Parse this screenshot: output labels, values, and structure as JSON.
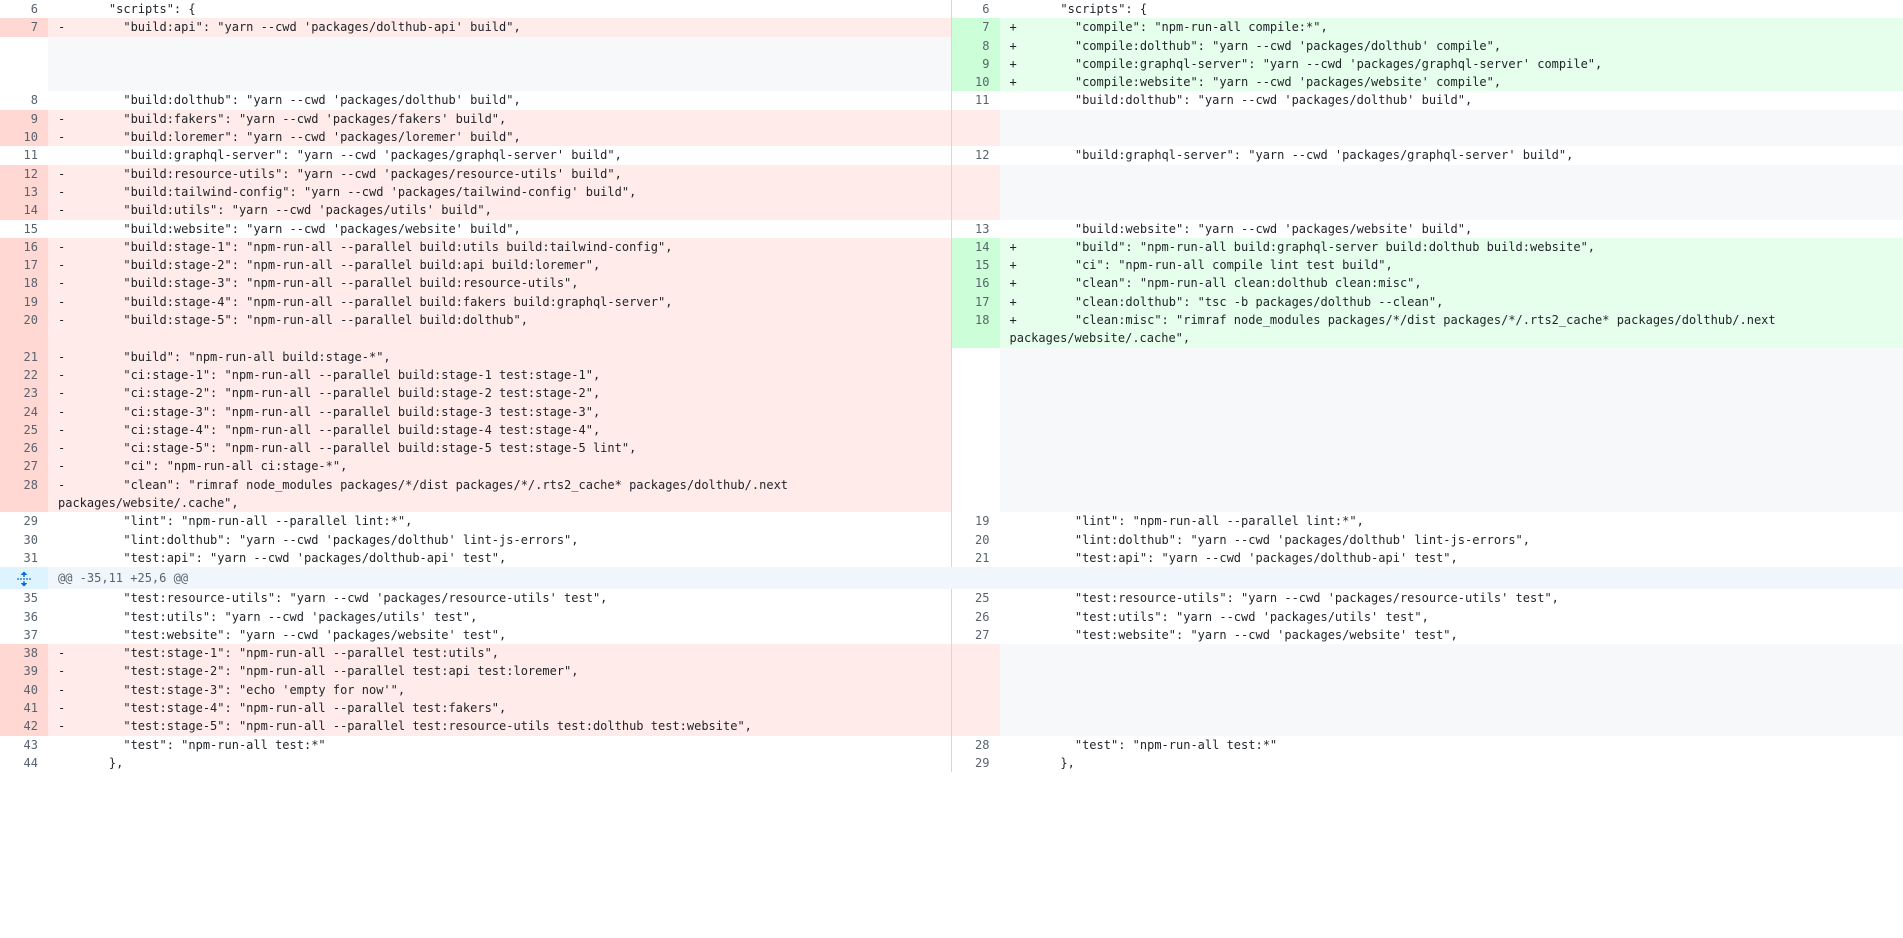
{
  "view": {
    "type": "split-diff",
    "file_language": "json",
    "colors": {
      "addition_bg": "#e6ffec",
      "addition_gutter": "#ccffd8",
      "deletion_bg": "#ffebe9",
      "deletion_gutter": "#ffd8d3",
      "context_bg": "#ffffff",
      "filler_bg": "#f6f8fa",
      "hunk_bg": "#f0f6fc",
      "hunk_gutter": "#ddf4ff",
      "line_number_fg": "#59636e",
      "code_fg": "#1f2328",
      "border": "#d1d9e0"
    }
  },
  "hunk_header": {
    "icon": "unfold-icon",
    "text": "@@ -35,11 +25,6 @@"
  },
  "rows": [
    {
      "left": {
        "num": "6",
        "marker": "",
        "code": "    \"scripts\": {",
        "type": "ctx"
      },
      "right": {
        "num": "6",
        "marker": "",
        "code": "    \"scripts\": {",
        "type": "ctx"
      }
    },
    {
      "left": {
        "num": "7",
        "marker": "-",
        "code": "      \"build:api\": \"yarn --cwd 'packages/dolthub-api' build\",",
        "type": "del"
      },
      "right": {
        "num": "7",
        "marker": "+",
        "code": "      \"compile\": \"npm-run-all compile:*\",",
        "type": "add"
      }
    },
    {
      "left": {
        "num": "",
        "marker": "",
        "code": "",
        "type": "blank-plain"
      },
      "right": {
        "num": "8",
        "marker": "+",
        "code": "      \"compile:dolthub\": \"yarn --cwd 'packages/dolthub' compile\",",
        "type": "add"
      }
    },
    {
      "left": {
        "num": "",
        "marker": "",
        "code": "",
        "type": "blank-plain"
      },
      "right": {
        "num": "9",
        "marker": "+",
        "code": "      \"compile:graphql-server\": \"yarn --cwd 'packages/graphql-server' compile\",",
        "type": "add"
      }
    },
    {
      "left": {
        "num": "",
        "marker": "",
        "code": "",
        "type": "blank-plain"
      },
      "right": {
        "num": "10",
        "marker": "+",
        "code": "      \"compile:website\": \"yarn --cwd 'packages/website' compile\",",
        "type": "add"
      }
    },
    {
      "left": {
        "num": "8",
        "marker": "",
        "code": "      \"build:dolthub\": \"yarn --cwd 'packages/dolthub' build\",",
        "type": "ctx"
      },
      "right": {
        "num": "11",
        "marker": "",
        "code": "      \"build:dolthub\": \"yarn --cwd 'packages/dolthub' build\",",
        "type": "ctx"
      }
    },
    {
      "left": {
        "num": "9",
        "marker": "-",
        "code": "      \"build:fakers\": \"yarn --cwd 'packages/fakers' build\",",
        "type": "del"
      },
      "right": {
        "num": "",
        "marker": "",
        "code": "",
        "type": "blank-pink"
      }
    },
    {
      "left": {
        "num": "10",
        "marker": "-",
        "code": "      \"build:loremer\": \"yarn --cwd 'packages/loremer' build\",",
        "type": "del"
      },
      "right": {
        "num": "",
        "marker": "",
        "code": "",
        "type": "blank-pink"
      }
    },
    {
      "left": {
        "num": "11",
        "marker": "",
        "code": "      \"build:graphql-server\": \"yarn --cwd 'packages/graphql-server' build\",",
        "type": "ctx"
      },
      "right": {
        "num": "12",
        "marker": "",
        "code": "      \"build:graphql-server\": \"yarn --cwd 'packages/graphql-server' build\",",
        "type": "ctx"
      }
    },
    {
      "left": {
        "num": "12",
        "marker": "-",
        "code": "      \"build:resource-utils\": \"yarn --cwd 'packages/resource-utils' build\",",
        "type": "del"
      },
      "right": {
        "num": "",
        "marker": "",
        "code": "",
        "type": "blank-pink"
      }
    },
    {
      "left": {
        "num": "13",
        "marker": "-",
        "code": "      \"build:tailwind-config\": \"yarn --cwd 'packages/tailwind-config' build\",",
        "type": "del"
      },
      "right": {
        "num": "",
        "marker": "",
        "code": "",
        "type": "blank-pink"
      }
    },
    {
      "left": {
        "num": "14",
        "marker": "-",
        "code": "      \"build:utils\": \"yarn --cwd 'packages/utils' build\",",
        "type": "del"
      },
      "right": {
        "num": "",
        "marker": "",
        "code": "",
        "type": "blank-pink"
      }
    },
    {
      "left": {
        "num": "15",
        "marker": "",
        "code": "      \"build:website\": \"yarn --cwd 'packages/website' build\",",
        "type": "ctx"
      },
      "right": {
        "num": "13",
        "marker": "",
        "code": "      \"build:website\": \"yarn --cwd 'packages/website' build\",",
        "type": "ctx"
      }
    },
    {
      "left": {
        "num": "16",
        "marker": "-",
        "code": "      \"build:stage-1\": \"npm-run-all --parallel build:utils build:tailwind-config\",",
        "type": "del"
      },
      "right": {
        "num": "14",
        "marker": "+",
        "code": "      \"build\": \"npm-run-all build:graphql-server build:dolthub build:website\",",
        "type": "add"
      }
    },
    {
      "left": {
        "num": "17",
        "marker": "-",
        "code": "      \"build:stage-2\": \"npm-run-all --parallel build:api build:loremer\",",
        "type": "del"
      },
      "right": {
        "num": "15",
        "marker": "+",
        "code": "      \"ci\": \"npm-run-all compile lint test build\",",
        "type": "add"
      }
    },
    {
      "left": {
        "num": "18",
        "marker": "-",
        "code": "      \"build:stage-3\": \"npm-run-all --parallel build:resource-utils\",",
        "type": "del"
      },
      "right": {
        "num": "16",
        "marker": "+",
        "code": "      \"clean\": \"npm-run-all clean:dolthub clean:misc\",",
        "type": "add"
      }
    },
    {
      "left": {
        "num": "19",
        "marker": "-",
        "code": "      \"build:stage-4\": \"npm-run-all --parallel build:fakers build:graphql-server\",",
        "type": "del"
      },
      "right": {
        "num": "17",
        "marker": "+",
        "code": "      \"clean:dolthub\": \"tsc -b packages/dolthub --clean\",",
        "type": "add"
      }
    },
    {
      "left": {
        "num": "20",
        "marker": "-",
        "code": "      \"build:stage-5\": \"npm-run-all --parallel build:dolthub\",",
        "type": "del"
      },
      "right": {
        "num": "18",
        "marker": "+",
        "code": "      \"clean:misc\": \"rimraf node_modules packages/*/dist packages/*/.rts2_cache* packages/dolthub/.next packages/website/.cache\",",
        "type": "add"
      }
    },
    {
      "left": {
        "num": "21",
        "marker": "-",
        "code": "      \"build\": \"npm-run-all build:stage-*\",",
        "type": "del"
      },
      "right": {
        "num": "",
        "marker": "",
        "code": "",
        "type": "blank-plain"
      }
    },
    {
      "left": {
        "num": "22",
        "marker": "-",
        "code": "      \"ci:stage-1\": \"npm-run-all --parallel build:stage-1 test:stage-1\",",
        "type": "del"
      },
      "right": {
        "num": "",
        "marker": "",
        "code": "",
        "type": "blank-plain"
      }
    },
    {
      "left": {
        "num": "23",
        "marker": "-",
        "code": "      \"ci:stage-2\": \"npm-run-all --parallel build:stage-2 test:stage-2\",",
        "type": "del"
      },
      "right": {
        "num": "",
        "marker": "",
        "code": "",
        "type": "blank-plain"
      }
    },
    {
      "left": {
        "num": "24",
        "marker": "-",
        "code": "      \"ci:stage-3\": \"npm-run-all --parallel build:stage-3 test:stage-3\",",
        "type": "del"
      },
      "right": {
        "num": "",
        "marker": "",
        "code": "",
        "type": "blank-plain"
      }
    },
    {
      "left": {
        "num": "25",
        "marker": "-",
        "code": "      \"ci:stage-4\": \"npm-run-all --parallel build:stage-4 test:stage-4\",",
        "type": "del"
      },
      "right": {
        "num": "",
        "marker": "",
        "code": "",
        "type": "blank-plain"
      }
    },
    {
      "left": {
        "num": "26",
        "marker": "-",
        "code": "      \"ci:stage-5\": \"npm-run-all --parallel build:stage-5 test:stage-5 lint\",",
        "type": "del"
      },
      "right": {
        "num": "",
        "marker": "",
        "code": "",
        "type": "blank-plain"
      }
    },
    {
      "left": {
        "num": "27",
        "marker": "-",
        "code": "      \"ci\": \"npm-run-all ci:stage-*\",",
        "type": "del"
      },
      "right": {
        "num": "",
        "marker": "",
        "code": "",
        "type": "blank-plain"
      }
    },
    {
      "left": {
        "num": "28",
        "marker": "-",
        "code": "      \"clean\": \"rimraf node_modules packages/*/dist packages/*/.rts2_cache* packages/dolthub/.next packages/website/.cache\",",
        "type": "del"
      },
      "right": {
        "num": "",
        "marker": "",
        "code": "",
        "type": "blank-plain"
      }
    },
    {
      "left": {
        "num": "29",
        "marker": "",
        "code": "      \"lint\": \"npm-run-all --parallel lint:*\",",
        "type": "ctx"
      },
      "right": {
        "num": "19",
        "marker": "",
        "code": "      \"lint\": \"npm-run-all --parallel lint:*\",",
        "type": "ctx"
      }
    },
    {
      "left": {
        "num": "30",
        "marker": "",
        "code": "      \"lint:dolthub\": \"yarn --cwd 'packages/dolthub' lint-js-errors\",",
        "type": "ctx"
      },
      "right": {
        "num": "20",
        "marker": "",
        "code": "      \"lint:dolthub\": \"yarn --cwd 'packages/dolthub' lint-js-errors\",",
        "type": "ctx"
      }
    },
    {
      "left": {
        "num": "31",
        "marker": "",
        "code": "      \"test:api\": \"yarn --cwd 'packages/dolthub-api' test\",",
        "type": "ctx"
      },
      "right": {
        "num": "21",
        "marker": "",
        "code": "      \"test:api\": \"yarn --cwd 'packages/dolthub-api' test\",",
        "type": "ctx"
      }
    }
  ],
  "rows_after_hunk": [
    {
      "left": {
        "num": "35",
        "marker": "",
        "code": "      \"test:resource-utils\": \"yarn --cwd 'packages/resource-utils' test\",",
        "type": "ctx"
      },
      "right": {
        "num": "25",
        "marker": "",
        "code": "      \"test:resource-utils\": \"yarn --cwd 'packages/resource-utils' test\",",
        "type": "ctx"
      }
    },
    {
      "left": {
        "num": "36",
        "marker": "",
        "code": "      \"test:utils\": \"yarn --cwd 'packages/utils' test\",",
        "type": "ctx"
      },
      "right": {
        "num": "26",
        "marker": "",
        "code": "      \"test:utils\": \"yarn --cwd 'packages/utils' test\",",
        "type": "ctx"
      }
    },
    {
      "left": {
        "num": "37",
        "marker": "",
        "code": "      \"test:website\": \"yarn --cwd 'packages/website' test\",",
        "type": "ctx"
      },
      "right": {
        "num": "27",
        "marker": "",
        "code": "      \"test:website\": \"yarn --cwd 'packages/website' test\",",
        "type": "ctx"
      }
    },
    {
      "left": {
        "num": "38",
        "marker": "-",
        "code": "      \"test:stage-1\": \"npm-run-all --parallel test:utils\",",
        "type": "del"
      },
      "right": {
        "num": "",
        "marker": "",
        "code": "",
        "type": "blank-pink"
      }
    },
    {
      "left": {
        "num": "39",
        "marker": "-",
        "code": "      \"test:stage-2\": \"npm-run-all --parallel test:api test:loremer\",",
        "type": "del"
      },
      "right": {
        "num": "",
        "marker": "",
        "code": "",
        "type": "blank-pink"
      }
    },
    {
      "left": {
        "num": "40",
        "marker": "-",
        "code": "      \"test:stage-3\": \"echo 'empty for now'\",",
        "type": "del"
      },
      "right": {
        "num": "",
        "marker": "",
        "code": "",
        "type": "blank-pink"
      }
    },
    {
      "left": {
        "num": "41",
        "marker": "-",
        "code": "      \"test:stage-4\": \"npm-run-all --parallel test:fakers\",",
        "type": "del"
      },
      "right": {
        "num": "",
        "marker": "",
        "code": "",
        "type": "blank-pink"
      }
    },
    {
      "left": {
        "num": "42",
        "marker": "-",
        "code": "      \"test:stage-5\": \"npm-run-all --parallel test:resource-utils test:dolthub test:website\",",
        "type": "del"
      },
      "right": {
        "num": "",
        "marker": "",
        "code": "",
        "type": "blank-pink"
      }
    },
    {
      "left": {
        "num": "43",
        "marker": "",
        "code": "      \"test\": \"npm-run-all test:*\"",
        "type": "ctx"
      },
      "right": {
        "num": "28",
        "marker": "",
        "code": "      \"test\": \"npm-run-all test:*\"",
        "type": "ctx"
      }
    },
    {
      "left": {
        "num": "44",
        "marker": "",
        "code": "    },",
        "type": "ctx"
      },
      "right": {
        "num": "29",
        "marker": "",
        "code": "    },",
        "type": "ctx"
      }
    }
  ]
}
